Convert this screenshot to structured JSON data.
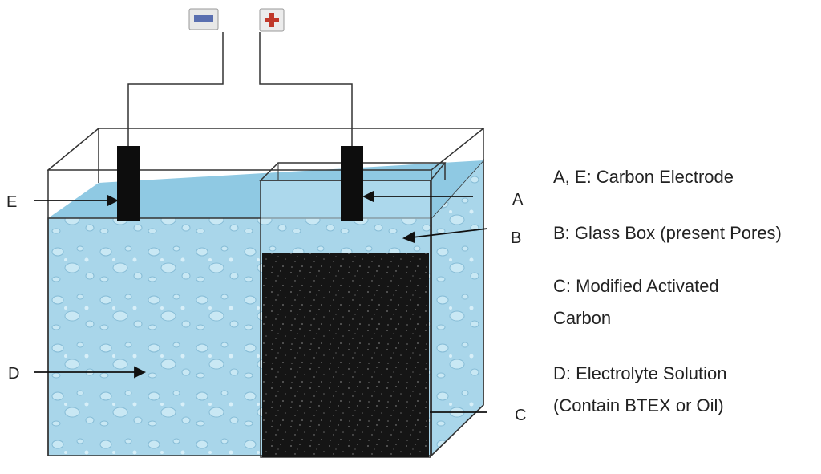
{
  "terminals": {
    "negative_symbol": "−",
    "positive_symbol": "+",
    "negative_color": "#5a6fb0",
    "positive_color": "#c0392b"
  },
  "markers": {
    "a": "A",
    "b": "B",
    "c": "C",
    "d": "D",
    "e": "E"
  },
  "legend": {
    "ae": "A, E: Carbon Electrode",
    "b": "B: Glass Box (present Pores)",
    "c_line1": "C: Modified Activated",
    "c_line2": "Carbon",
    "d_line1": "D: Electrolyte Solution",
    "d_line2": "(Contain BTEX or Oil)"
  },
  "colors": {
    "electrolyte": "#a9d6ea",
    "electrolyte_top": "#8fc9e3",
    "carbon": "#141414",
    "electrode": "#0d0d0d",
    "outline": "#333333"
  }
}
